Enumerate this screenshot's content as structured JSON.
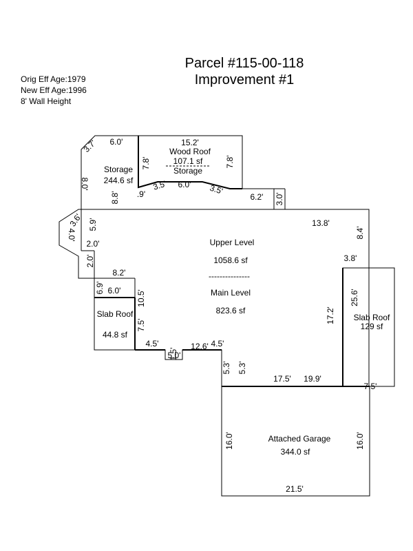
{
  "header": {
    "parcel": "Parcel #115-00-118",
    "improvement": "Improvement #1"
  },
  "info": {
    "orig_eff_age": "Orig Eff Age:1979",
    "new_eff_age": "New Eff Age:1996",
    "wall_height": "8' Wall Height"
  },
  "areas": {
    "storage_label": "Storage",
    "storage_area": "244.6 sf",
    "wood_roof_label": "Wood Roof",
    "wood_roof_area": "107.1 sf",
    "wood_roof_sub": "Storage",
    "upper_level_label": "Upper Level",
    "upper_level_area": "1058.6 sf",
    "divider": "---------------",
    "main_level_label": "Main Level",
    "main_level_area": "823.6 sf",
    "slab_left_label": "Slab Roof",
    "slab_left_area": "44.8 sf",
    "slab_right_label": "Slab Roof",
    "slab_right_area": "129 sf",
    "garage_label": "Attached Garage",
    "garage_area": "344.0 sf"
  },
  "dims": {
    "d_3_7": "3.7'",
    "d_6_0_top": "6.0'",
    "d_15_2": "15.2'",
    "d_7_8_left": "7.8'",
    "d_7_8_right": "7.8'",
    "d_8_0": "8.0'",
    "d_8_8": "8.8'",
    "d_9": ".9'",
    "d_3_5_left": "3.5'",
    "d_6_0_mid": "6.0'",
    "d_3_5_right": "3.5'",
    "d_6_2": "6.2'",
    "d_3_0": "3.0'",
    "d_3_6": "3.6'",
    "d_5_9": "5.9'",
    "d_4_0": "4.0'",
    "d_2_0_a": "2.0'",
    "d_2_0_b": "2.0'",
    "d_13_8": "13.8'",
    "d_8_4": "8.4'",
    "d_3_8": "3.8'",
    "d_8_2": "8.2'",
    "d_6_9": "6.9'",
    "d_6_0_slab": "6.0'",
    "d_10_5": "10.5'",
    "d_7_5_left": "7.5'",
    "d_25_6": "25.6'",
    "d_17_2": "17.2'",
    "d_4_5_a": "4.5'",
    "d_12_6": "12.6'",
    "d_4_5_b": "4.5'",
    "d_1_5": "1.5'",
    "d_5_0": "5.0'",
    "d_5_3_a": "5.3'",
    "d_5_3_b": "5.3'",
    "d_17_5": "17.5'",
    "d_19_9": "19.9'",
    "d_7_5_right": "7.5'",
    "d_16_0_left": "16.0'",
    "d_16_0_right": "16.0'",
    "d_21_5": "21.5'"
  }
}
